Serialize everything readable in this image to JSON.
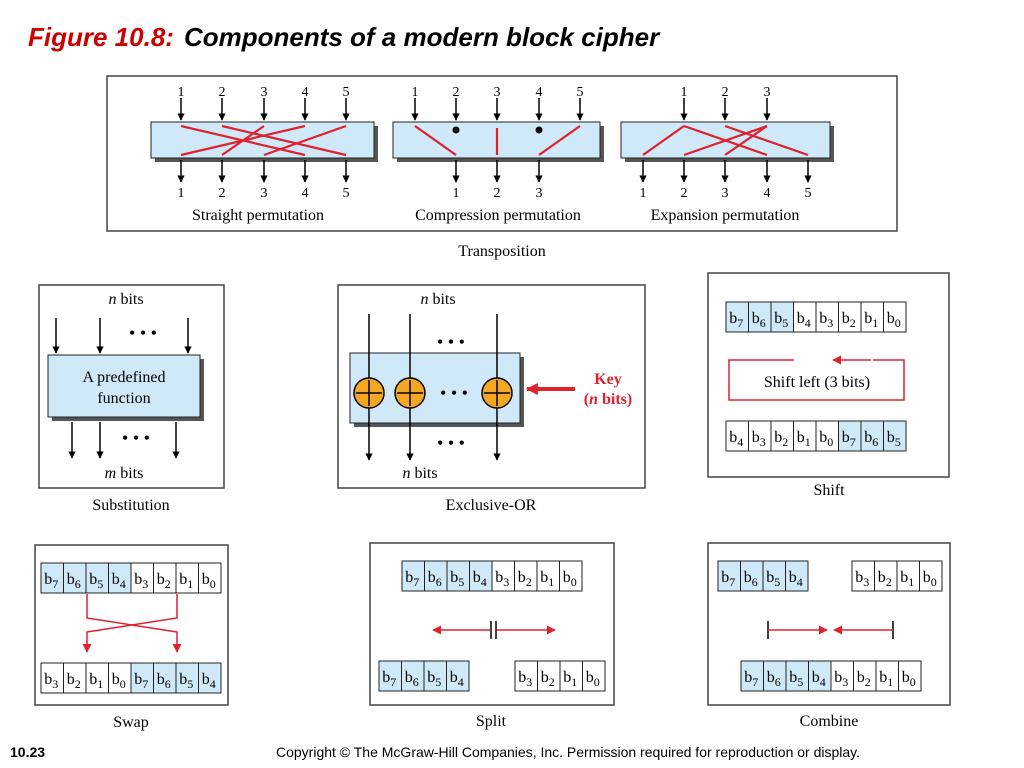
{
  "title": {
    "figure_label": "Figure 10.8:",
    "caption": "Components of a modern block cipher"
  },
  "transposition": {
    "label": "Transposition",
    "straight": {
      "label": "Straight permutation",
      "inputs": [
        "1",
        "2",
        "3",
        "4",
        "5"
      ],
      "outputs": [
        "1",
        "2",
        "3",
        "4",
        "5"
      ]
    },
    "compression": {
      "label": "Compression permutation",
      "inputs": [
        "1",
        "2",
        "3",
        "4",
        "5"
      ],
      "outputs": [
        "1",
        "2",
        "3"
      ]
    },
    "expansion": {
      "label": "Expansion permutation",
      "inputs": [
        "1",
        "2",
        "3"
      ],
      "outputs": [
        "1",
        "2",
        "3",
        "4",
        "5"
      ]
    }
  },
  "substitution": {
    "label": "Substitution",
    "top": "n bits",
    "bottom": "m bits",
    "function_line1": "A predefined",
    "function_line2": "function",
    "dots": "• • •"
  },
  "xor": {
    "label": "Exclusive-OR",
    "top": "n bits",
    "bottom": "n bits",
    "key_line1": "Key",
    "key_line2": "(n bits)",
    "dots": "• • •"
  },
  "shift": {
    "label": "Shift",
    "operation": "Shift left (3 bits)"
  },
  "swap": {
    "label": "Swap"
  },
  "split": {
    "label": "Split"
  },
  "combine": {
    "label": "Combine"
  },
  "footer": {
    "slide_number": "10.23",
    "copyright": "Copyright © The McGraw-Hill Companies, Inc. Permission required for reproduction or display."
  },
  "colors": {
    "accent_red": "#e0212e",
    "box_blue": "#cfe9f8",
    "xor_orange": "#f5a623"
  }
}
